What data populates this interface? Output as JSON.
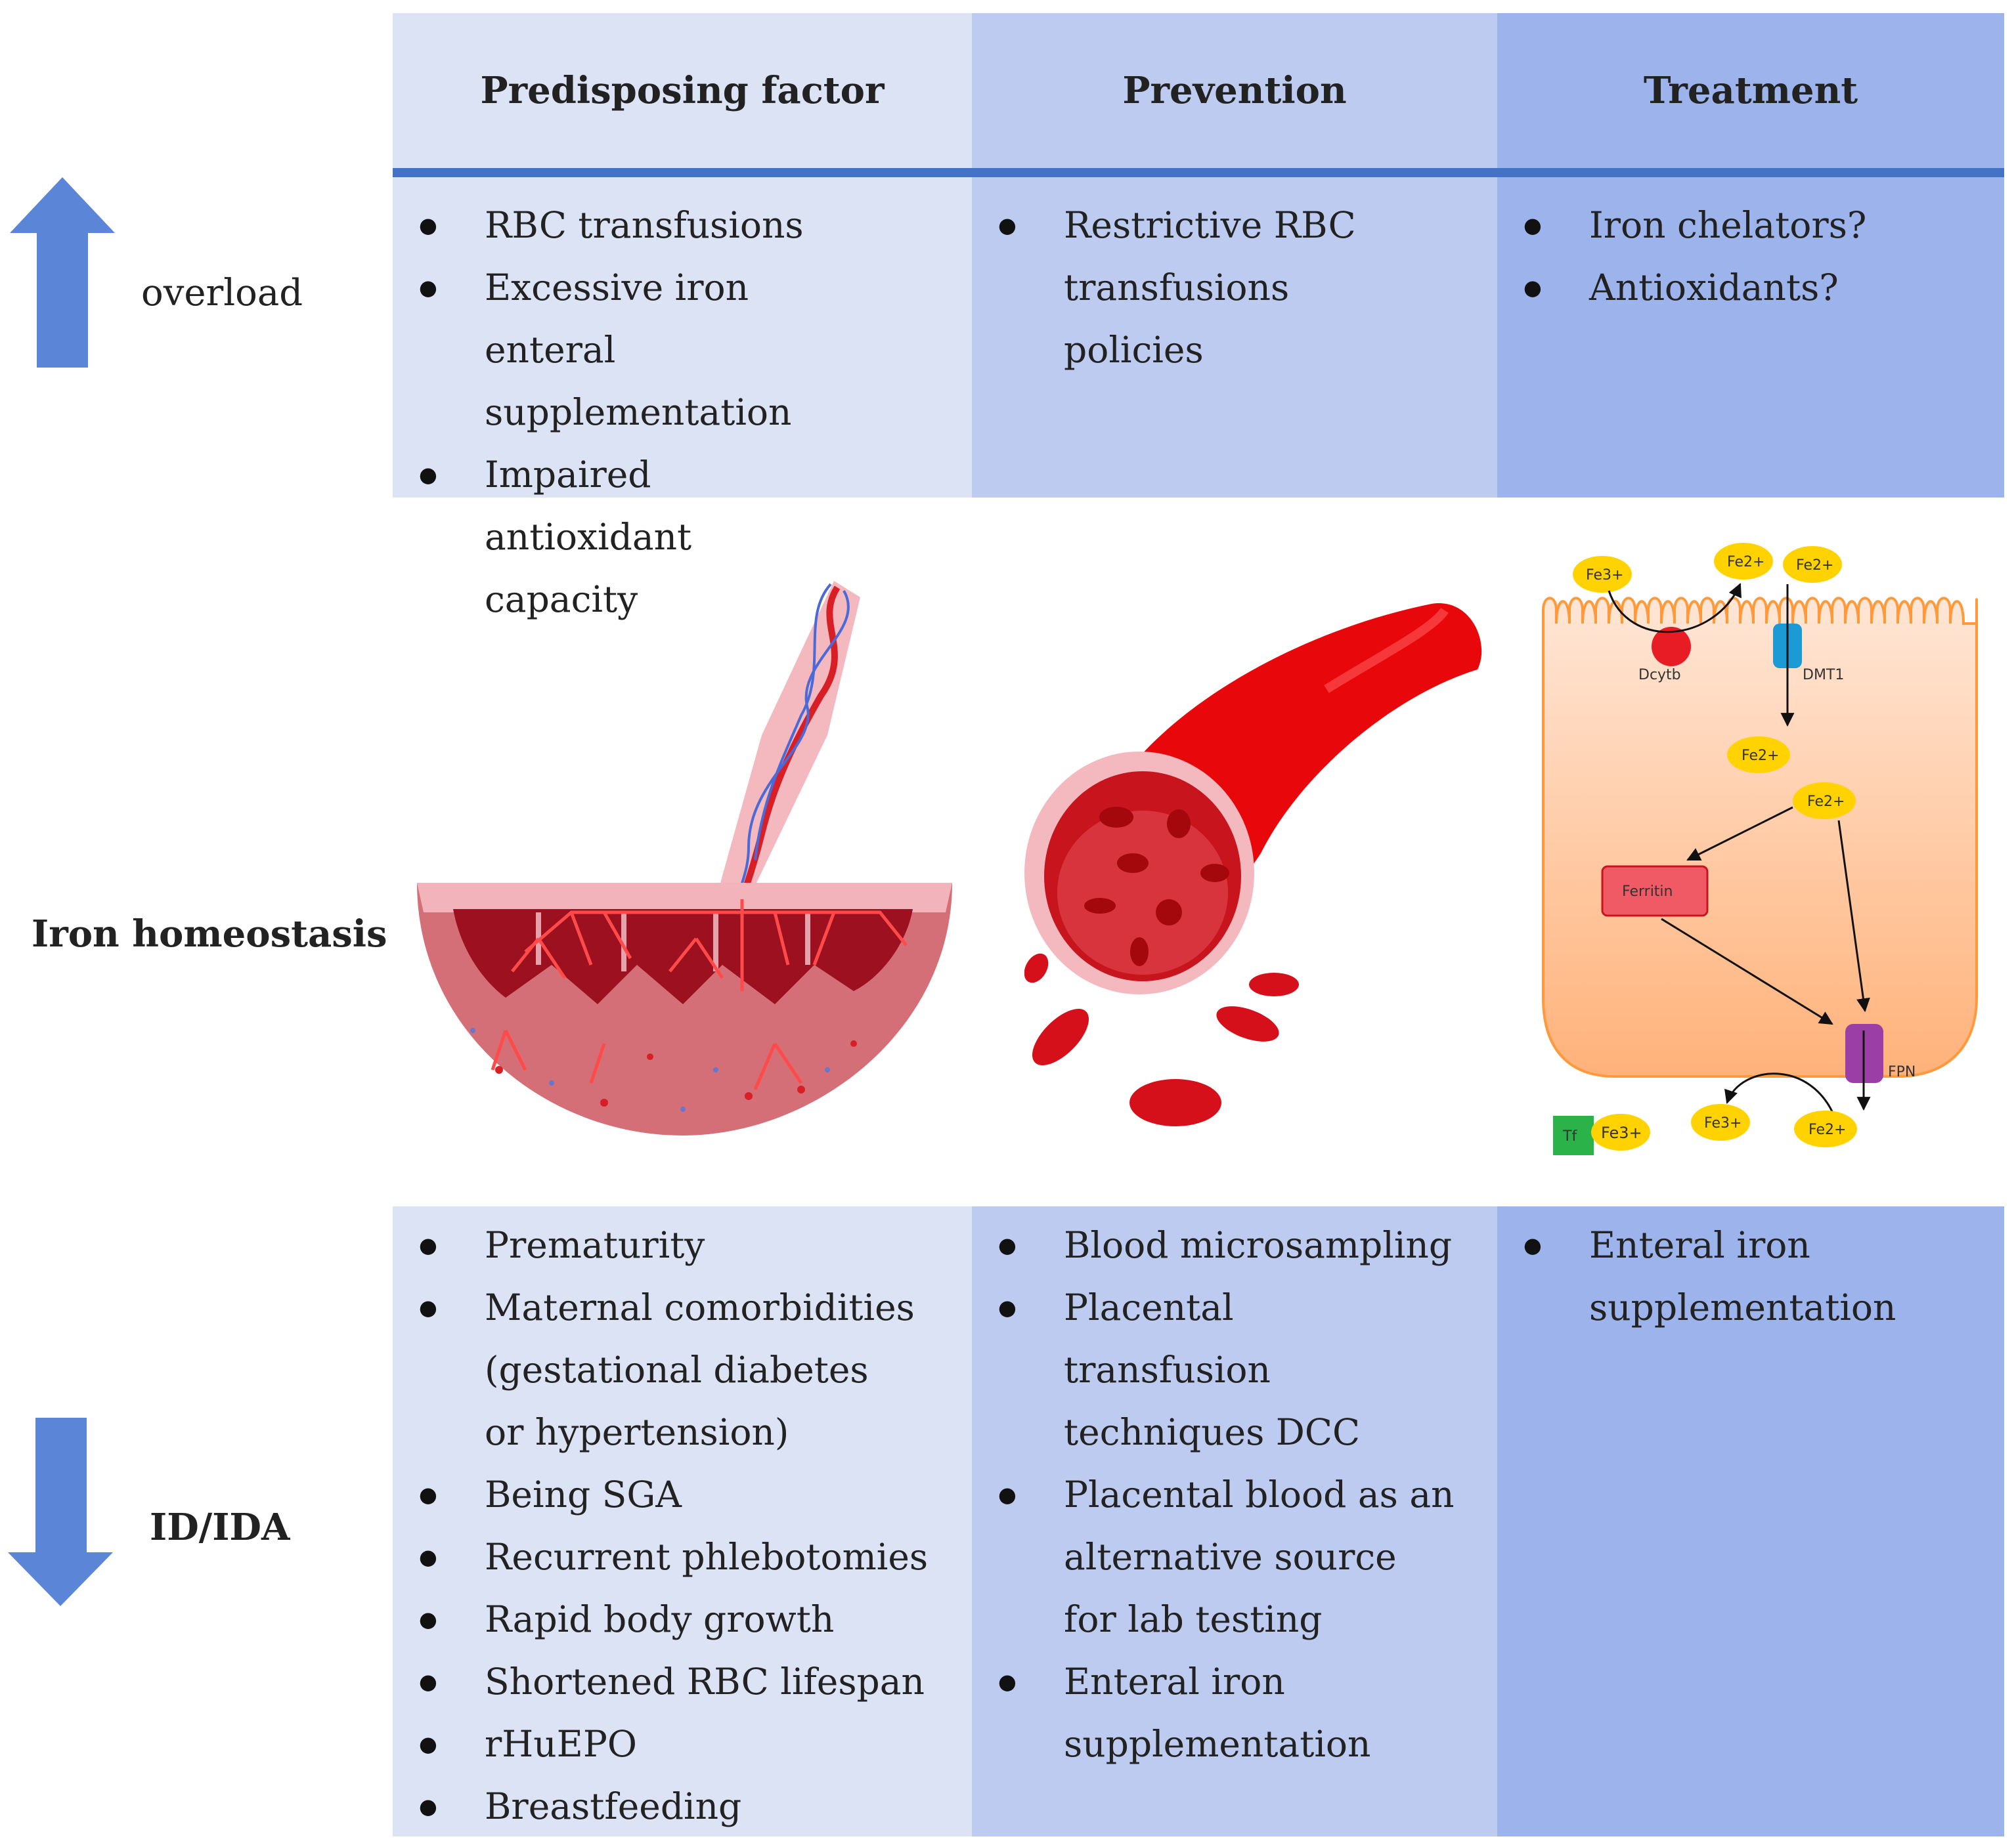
{
  "columns": {
    "predisposing": "Predisposing factor",
    "prevention": "Prevention",
    "treatment": "Treatment"
  },
  "rows": {
    "overload": {
      "label": "overload",
      "predisposing": [
        "RBC transfusions",
        "Excessive iron enteral supplementation",
        "Impaired antioxidant capacity"
      ],
      "prevention": [
        "Restrictive RBC transfusions policies"
      ],
      "treatment": [
        "Iron chelators?",
        "Antioxidants?"
      ]
    },
    "homeostasis": {
      "label": "Iron homeostasis"
    },
    "deficiency": {
      "label": "ID/IDA",
      "predisposing": [
        "Prematurity",
        "Maternal comorbidities (gestational diabetes or hypertension)",
        "Being SGA",
        "Recurrent phlebotomies",
        "Rapid body growth",
        "Shortened RBC lifespan",
        "rHuEPO",
        "Breastfeeding"
      ],
      "prevention": [
        "Blood microsampling",
        "Placental transfusion techniques DCC",
        "Placental blood as an alternative source for lab testing",
        "Enteral iron supplementation"
      ],
      "treatment": [
        "Enteral iron supplementation"
      ]
    }
  },
  "enterocyte": {
    "fe3_in": "Fe3+",
    "fe2_out_top": "Fe2+",
    "fe2_dmt": "Fe2+",
    "fe2_mid1": "Fe2+",
    "fe2_mid2": "Fe2+",
    "dcytb": "Dcytb",
    "dmt1": "DMT1",
    "ferritin": "Ferritin",
    "fpn": "FPN",
    "fe3_exit": "Fe3+",
    "fe2_exit": "Fe2+",
    "tf": "Tf",
    "tf_fe3": "Fe3+"
  },
  "colors": {
    "header_line": "#4472c4",
    "arrow": "#5b85d6",
    "col1": "#dce3f5",
    "col2": "#bccbef",
    "col3": "#9cb3eb"
  }
}
